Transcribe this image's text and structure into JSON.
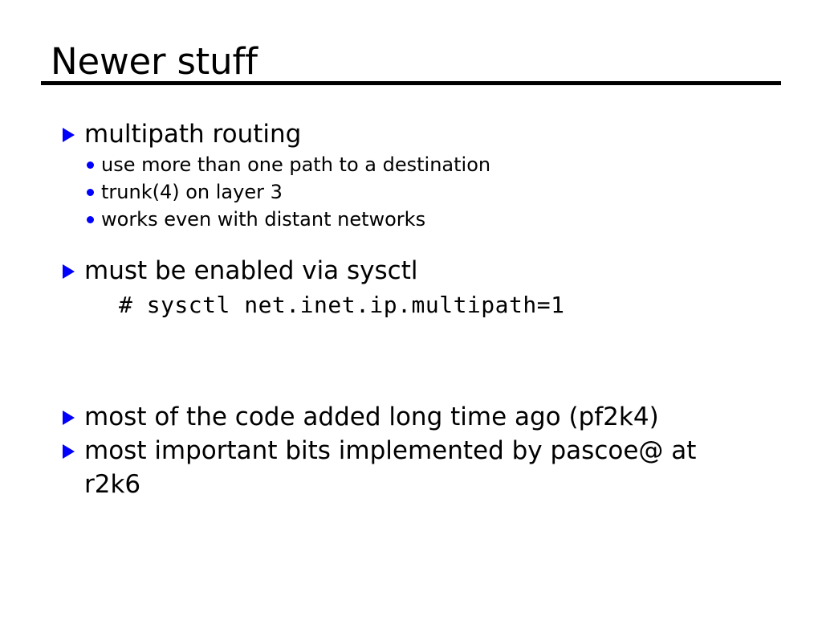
{
  "slide": {
    "title": "Newer stuff",
    "markers": {
      "level1_icon": "blue-triangle-bullet-icon",
      "level2_icon": "blue-dot-bullet-icon"
    },
    "colors": {
      "bullet_blue": "#0000FF",
      "text_black": "#000000",
      "background": "#FFFFFF",
      "rule_black": "#000000"
    },
    "blocks": [
      {
        "type": "bullet1",
        "text": "multipath routing"
      },
      {
        "type": "bullet2",
        "text": "use more than one path to a destination"
      },
      {
        "type": "bullet2",
        "text": "trunk(4) on layer 3"
      },
      {
        "type": "bullet2",
        "text": "works even with distant networks"
      },
      {
        "type": "bullet1",
        "text": "must be enabled via sysctl"
      },
      {
        "type": "code",
        "text": "# sysctl net.inet.ip.multipath=1"
      },
      {
        "type": "bullet1",
        "text": "most of the code added long time ago (pf2k4)"
      },
      {
        "type": "bullet1",
        "text": "most important bits implemented by pascoe@ at"
      },
      {
        "type": "wrap",
        "text": "r2k6"
      }
    ]
  }
}
